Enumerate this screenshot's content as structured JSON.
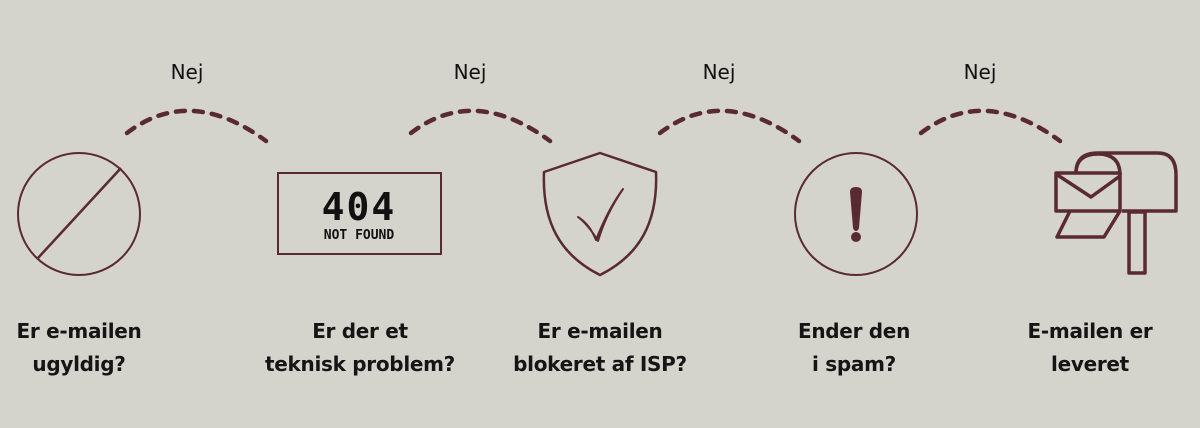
{
  "colors": {
    "background": "#d4d3cc",
    "accent": "#5a2a33",
    "text": "#151515"
  },
  "connectors": [
    {
      "label": "Nej"
    },
    {
      "label": "Nej"
    },
    {
      "label": "Nej"
    },
    {
      "label": "Nej"
    }
  ],
  "steps": [
    {
      "icon": "prohibited-circle-icon",
      "line1": "Er e-mailen",
      "line2": "ugyldig?"
    },
    {
      "icon": "404-not-found-icon",
      "line1": "Er der et",
      "line2": "teknisk problem?",
      "icon_text_main": "404",
      "icon_text_sub": "NOT FOUND"
    },
    {
      "icon": "shield-check-icon",
      "line1": "Er e-mailen",
      "line2": "blokeret af ISP?"
    },
    {
      "icon": "exclamation-circle-icon",
      "line1": "Ender den",
      "line2": "i spam?"
    },
    {
      "icon": "mailbox-icon",
      "line1": "E-mailen er",
      "line2": "leveret"
    }
  ]
}
